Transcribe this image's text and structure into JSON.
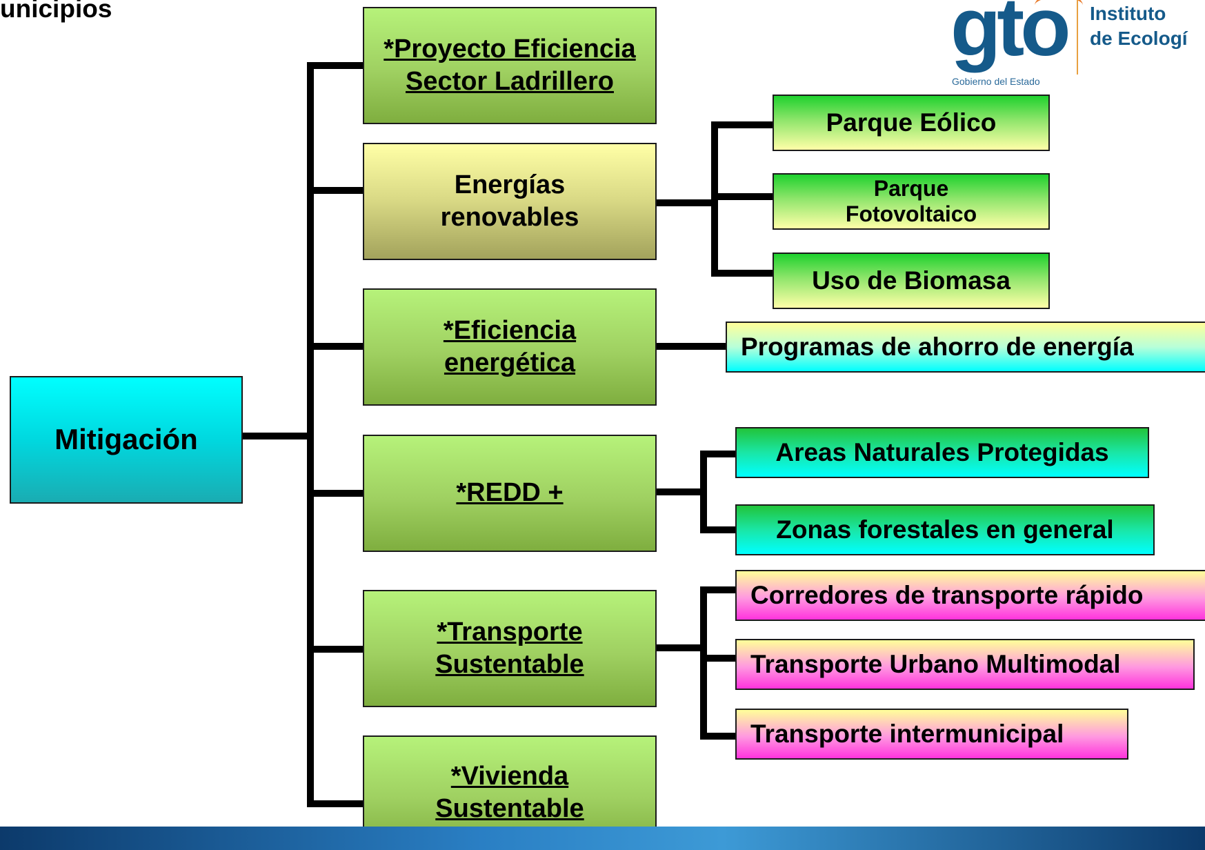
{
  "header": {
    "title": "unicipios"
  },
  "logo": {
    "mark": "gto",
    "subtitle": "Gobierno del Estado",
    "org_line1": "Instituto",
    "org_line2": "de Ecologí"
  },
  "root": {
    "label": "Mitigación"
  },
  "branches": {
    "ladrillero": "*Proyecto Eficiencia Sector Ladrillero",
    "energias": "Energías renovables",
    "eficiencia": "*Eficiencia energética",
    "redd": "*REDD +",
    "transporte": "*Transporte Sustentable",
    "vivienda": "*Vivienda Sustentable"
  },
  "leaves": {
    "eolico": "Parque Eólico",
    "fotovoltaico": "Parque Fotovoltaico",
    "biomasa": "Uso de Biomasa",
    "ahorro": "Programas de ahorro de energía",
    "anp": "Areas Naturales Protegidas",
    "forestales": "Zonas forestales en general",
    "corredores": "Corredores de transporte rápido",
    "urbano": "Transporte Urbano Multimodal",
    "intermunicipal": "Transporte intermunicipal"
  }
}
